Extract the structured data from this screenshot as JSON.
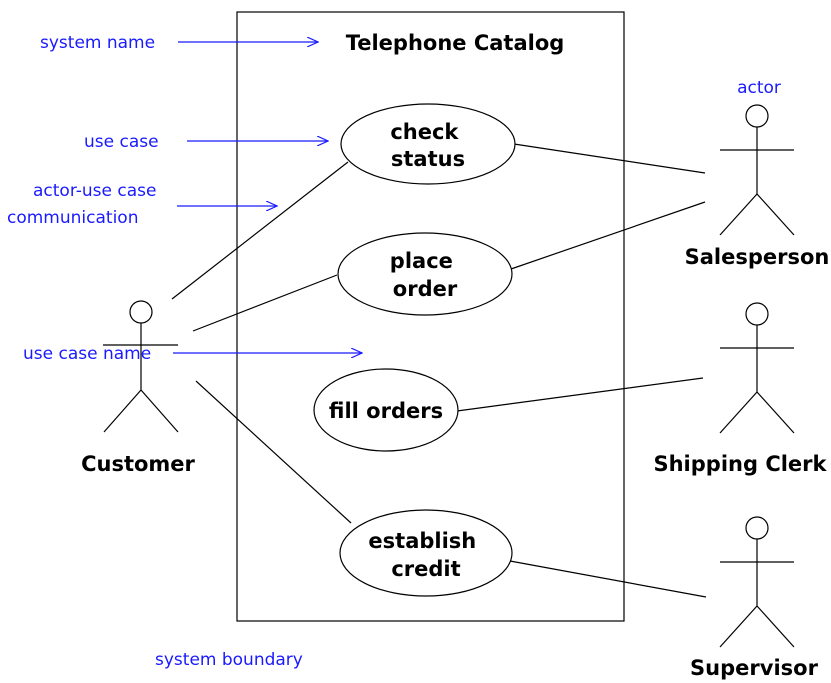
{
  "colors": {
    "annotation": "#1a1aff",
    "ink": "#000000",
    "background": "#ffffff"
  },
  "system": {
    "name": "Telephone Catalog"
  },
  "use_cases": {
    "check_status": [
      "check",
      "status"
    ],
    "place_order": [
      "place",
      "order"
    ],
    "fill_orders": [
      "fill orders"
    ],
    "establish_credit": [
      "establish",
      "credit"
    ]
  },
  "actors": {
    "customer": "Customer",
    "salesperson": "Salesperson",
    "shipping_clerk": "Shipping Clerk",
    "supervisor": "Supervisor"
  },
  "annotations": {
    "system_name": "system name",
    "use_case": "use case",
    "communication": [
      "actor-use case",
      "communication"
    ],
    "actor": "actor",
    "use_case_name": "use case name",
    "system_boundary": "system boundary"
  }
}
